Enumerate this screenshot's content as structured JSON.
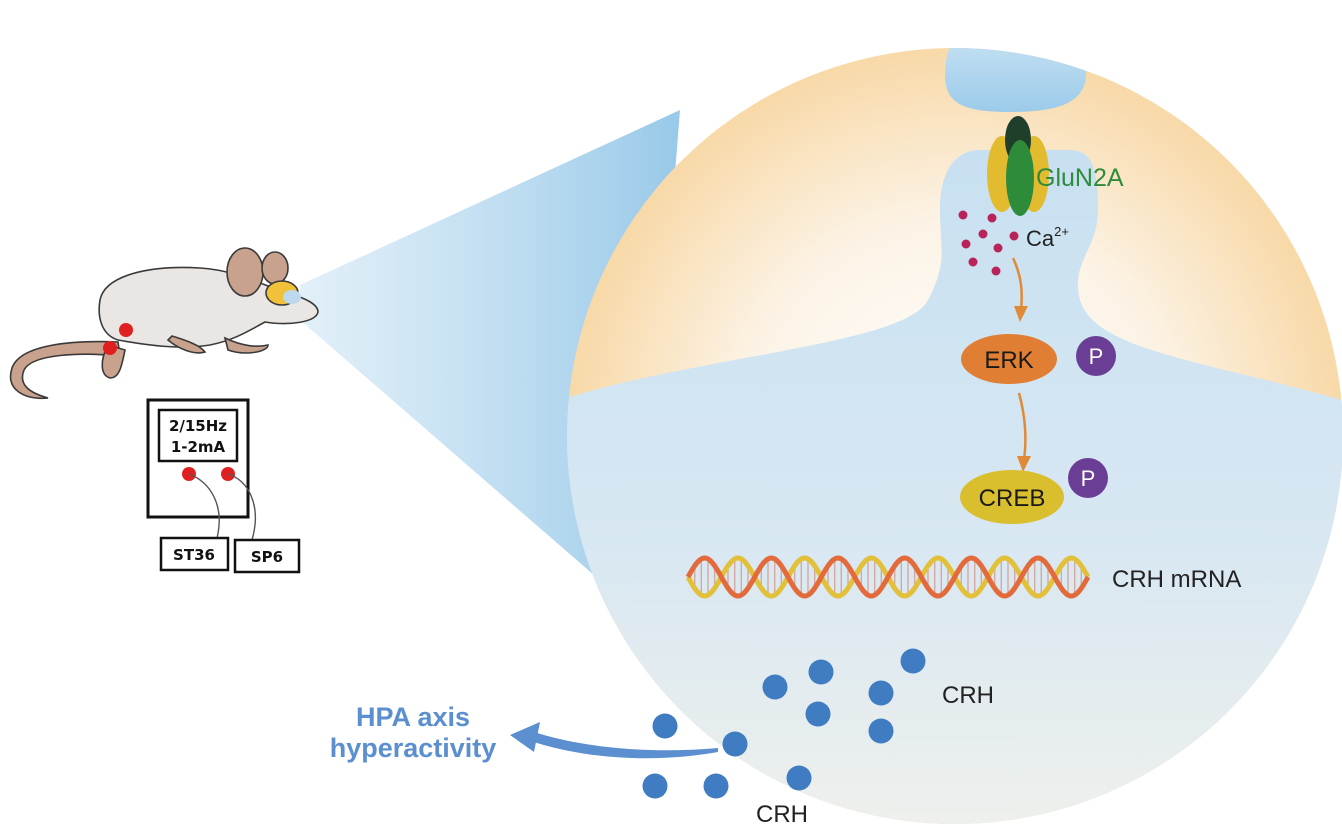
{
  "stimulator": {
    "frequency": "2/15Hz",
    "current": "1-2mA",
    "acupoint_1": "ST36",
    "acupoint_2": "SP6"
  },
  "receptor": {
    "label": "GluN2A",
    "color": "#2e8b3a"
  },
  "ion": {
    "base": "Ca",
    "charge": "2+",
    "dot_color": "#b8245a"
  },
  "pathway": [
    {
      "label": "ERK",
      "color": "#e07f34",
      "phospho": "P"
    },
    {
      "label": "CREB",
      "color": "#d9bf2e",
      "phospho": "P"
    }
  ],
  "phospho_color": "#6a3e95",
  "arrow_color": "#e08a38",
  "mrna_label": "CRH mRNA",
  "crh_inside_label": "CRH",
  "crh_outside_label": "CRH",
  "crh_dot_color": "#3f7cc1",
  "outcome": {
    "line1": "HPA axis",
    "line2": "hyperactivity",
    "color": "#5b8fcf"
  },
  "acupoint_color": "#e02020"
}
